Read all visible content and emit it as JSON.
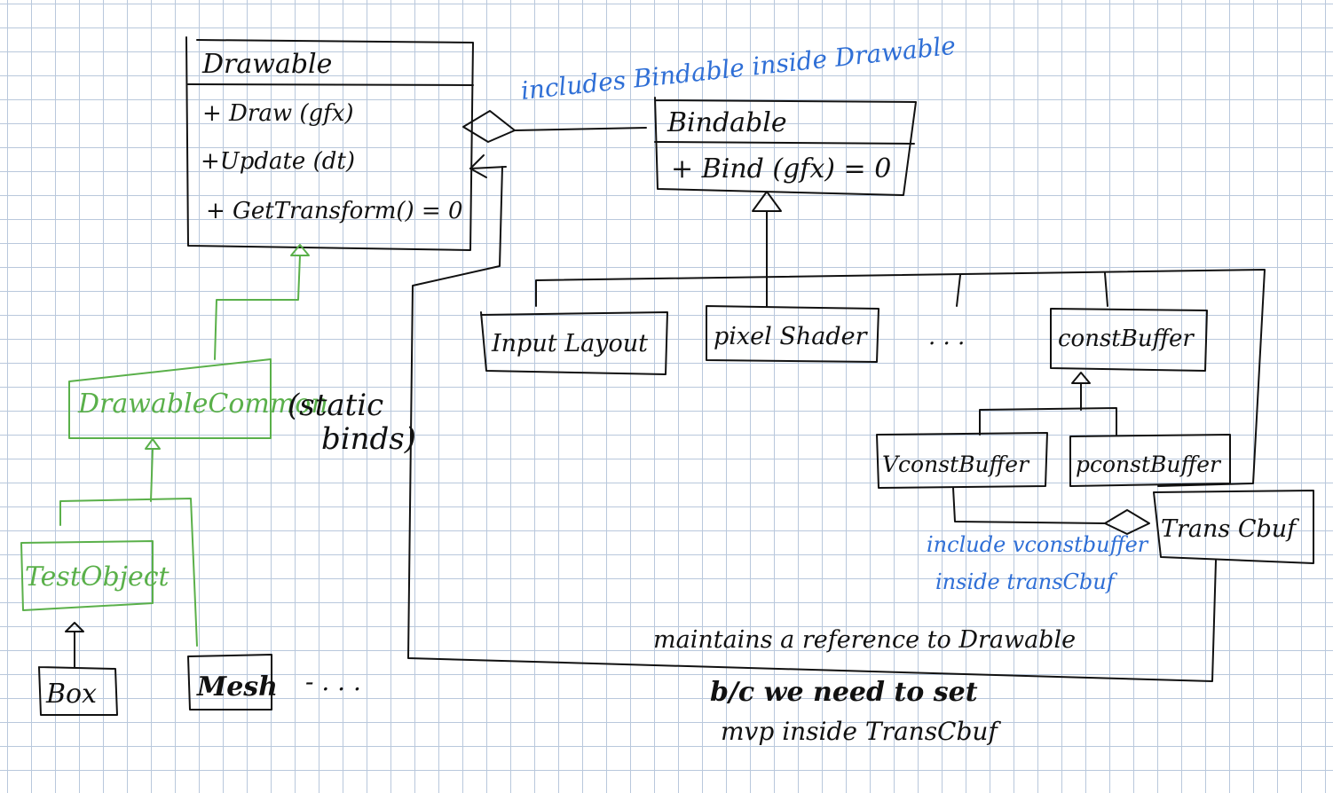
{
  "colors": {
    "ink": "#111111",
    "green": "#5ab04a",
    "blue": "#2f6fd6",
    "grid": "#b9c8dc",
    "paper": "#ffffff"
  },
  "classes": {
    "drawable": {
      "name": "Drawable",
      "methods": [
        "+ Draw (gfx)",
        "+Update (dt)",
        "+ GetTransform() = 0"
      ]
    },
    "bindable": {
      "name": "Bindable",
      "methods": [
        "+ Bind (gfx) = 0"
      ]
    },
    "drawable_common": {
      "name": "DrawableCommon"
    },
    "test_object": {
      "name": "TestObject"
    },
    "box": {
      "name": "Box"
    },
    "mesh": {
      "name": "Mesh"
    },
    "input_layout": {
      "name": "Input Layout"
    },
    "pixel_shader": {
      "name": "pixel Shader"
    },
    "const_buffer": {
      "name": "constBuffer"
    },
    "vconst_buffer": {
      "name": "VconstBuffer"
    },
    "pconst_buffer": {
      "name": "pconstBuffer"
    },
    "trans_cbuf": {
      "name": "Trans Cbuf"
    }
  },
  "annotations": {
    "includes_bindable": "includes Bindable inside Drawable",
    "static_binds_line1": "(static",
    "static_binds_line2": "binds)",
    "mesh_ellipsis": "- . . .",
    "bindable_ellipsis": ". . .",
    "include_vconst_line1": "include vconstbuffer",
    "include_vconst_line2": "inside transCbuf",
    "maintains_ref": "maintains a reference to Drawable",
    "bc_line1": "b/c we need to set",
    "bc_line2": "mvp inside TransCbuf"
  }
}
